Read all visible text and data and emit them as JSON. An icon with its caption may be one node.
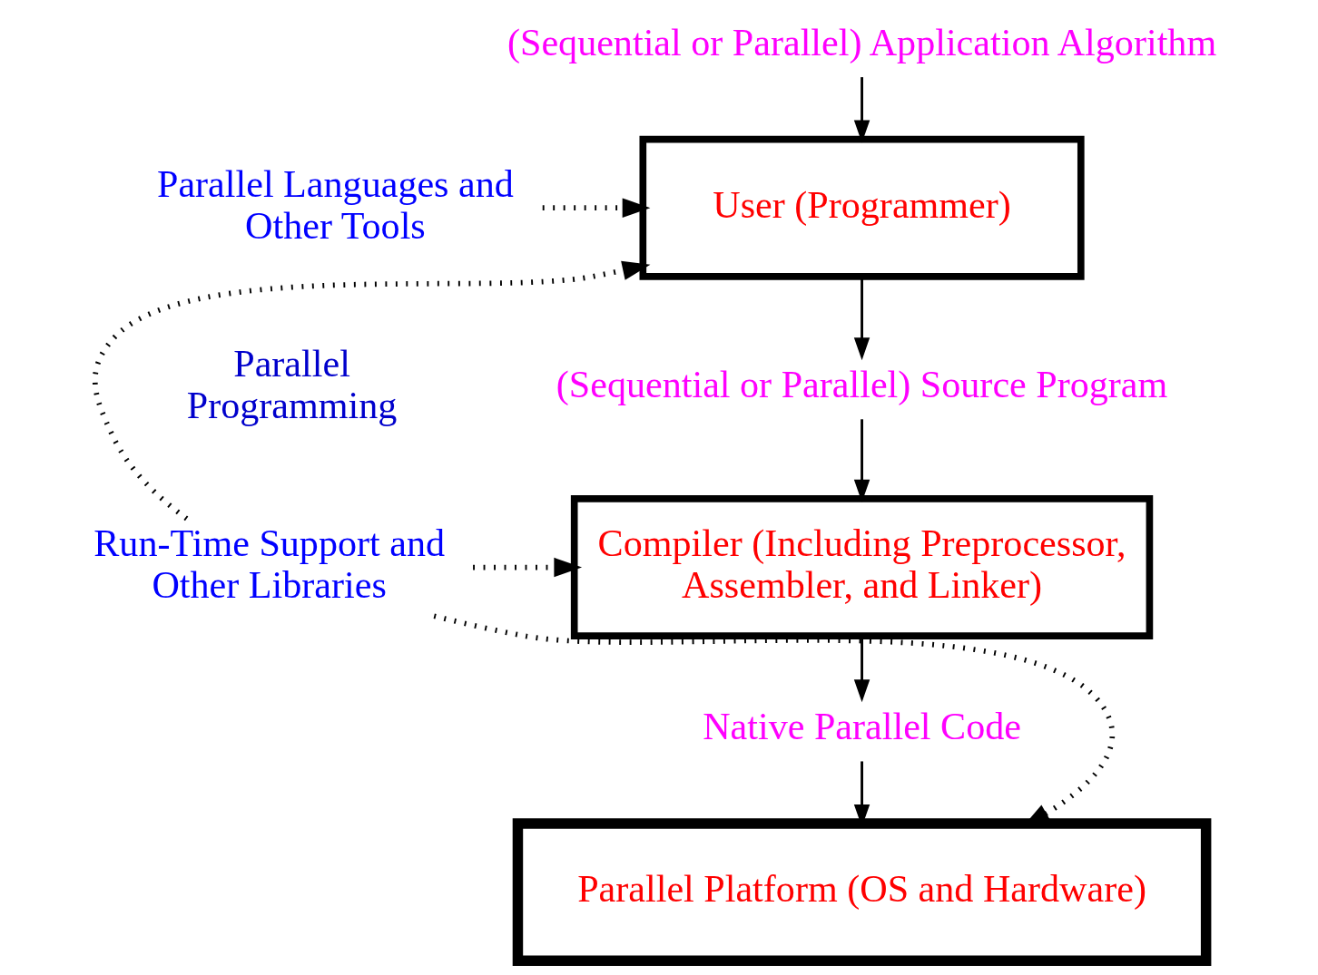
{
  "diagram": {
    "nodes": [
      {
        "text": [
          "(Sequential or Parallel) Application Algorithm"
        ]
      },
      {
        "text": [
          "User (Programmer)"
        ]
      },
      {
        "text": [
          "(Sequential or Parallel) Source Program"
        ]
      },
      {
        "text": [
          "Compiler (Including Preprocessor, Assembler, and Linker)"
        ]
      },
      {
        "text": [
          "Native Parallel Code"
        ]
      },
      {
        "text": [
          "Parallel Platform (OS and Hardware)"
        ]
      },
      {
        "text": [
          "Parallel Languages and Other Tools"
        ]
      },
      {
        "text": [
          "Run-Time Support and Other Libraries"
        ]
      }
    ],
    "edges": [
      {
        "from": 0,
        "to": 1,
        "arrow": "to"
      },
      {
        "from": 1,
        "to": 2,
        "arrow": "to"
      },
      {
        "from": 2,
        "to": 3,
        "arrow": "to"
      },
      {
        "from": 3,
        "to": 4,
        "arrow": "to"
      },
      {
        "from": 4,
        "to": 5,
        "arrow": "to"
      },
      {
        "from": 6,
        "to": 1,
        "arrow": "to",
        "style": "dashed"
      },
      {
        "from": 7,
        "to": 1,
        "arrow": "to",
        "style": "dashed"
      },
      {
        "from": 7,
        "to": 3,
        "arrow": "to",
        "style": "dashed"
      },
      {
        "from": 7,
        "to": 5,
        "arrow": "to",
        "style": "dashed"
      }
    ],
    "labels": [
      "Parallel Programming"
    ]
  }
}
